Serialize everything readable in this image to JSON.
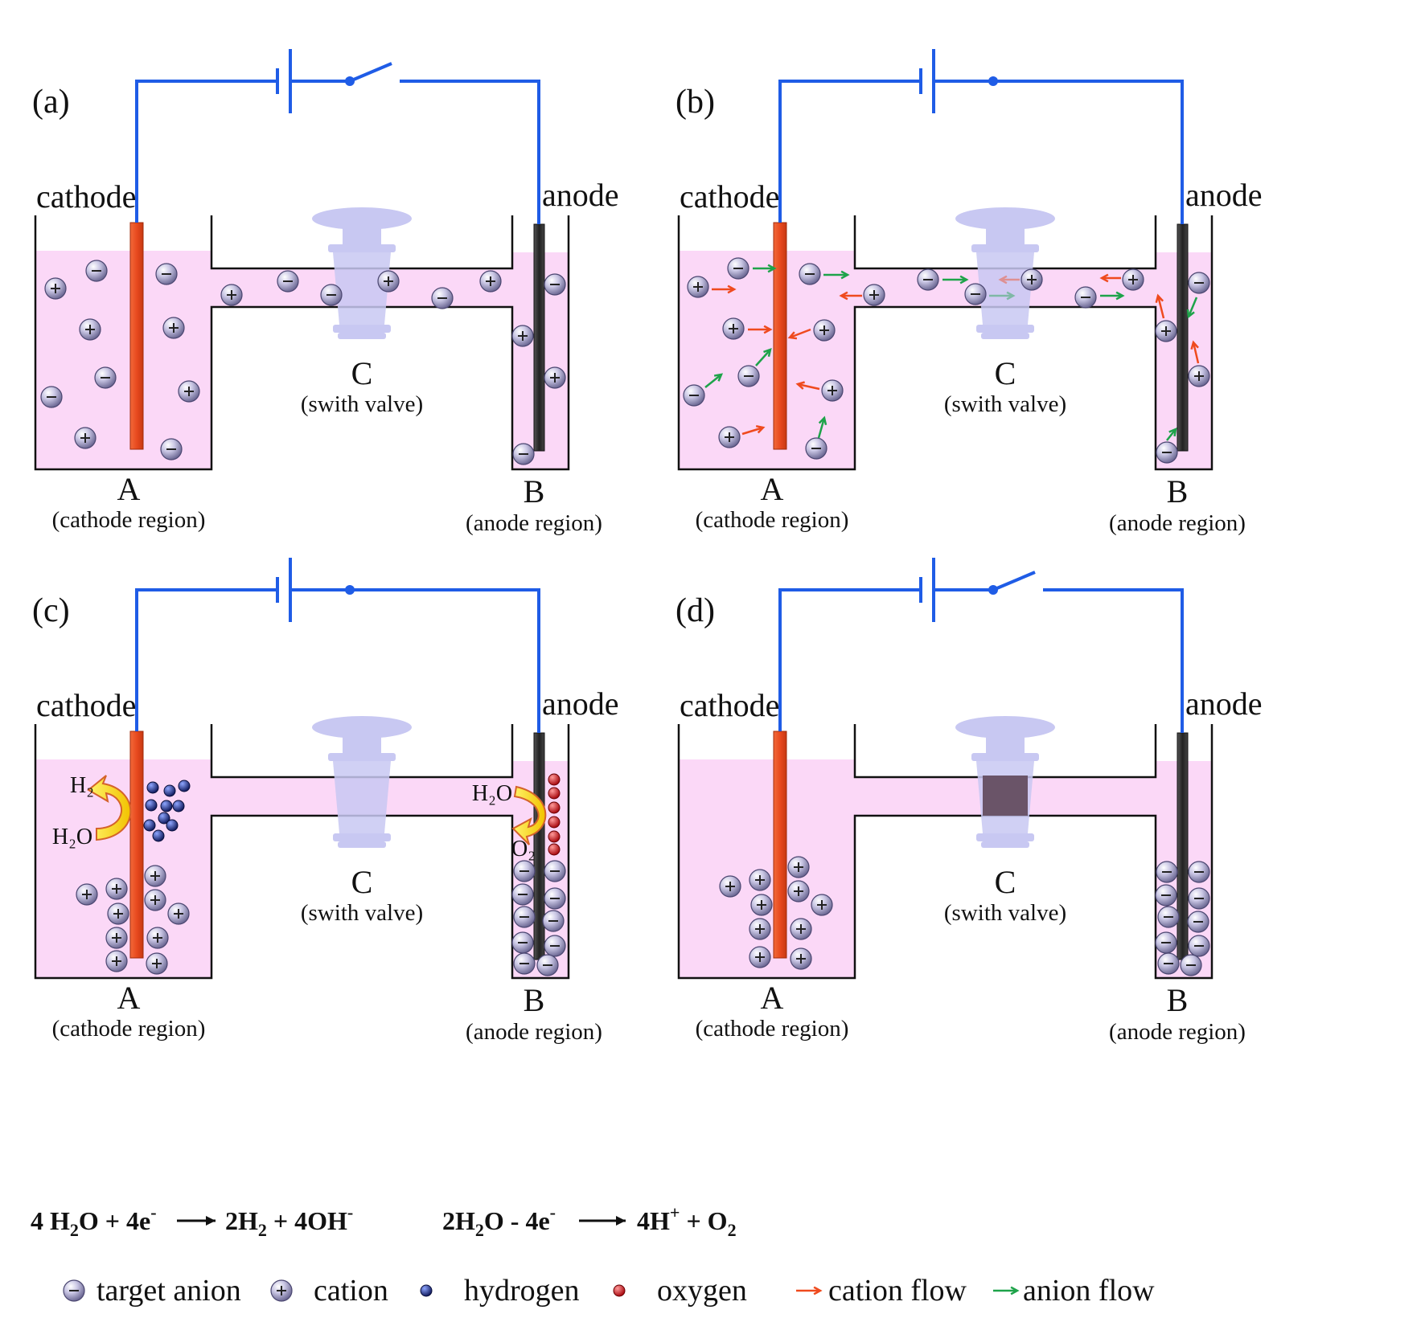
{
  "panels": [
    {
      "id": "a",
      "label": "(a)",
      "switch": "open",
      "state": "initial"
    },
    {
      "id": "b",
      "label": "(b)",
      "switch": "closed",
      "state": "migration"
    },
    {
      "id": "c",
      "label": "(c)",
      "switch": "closed",
      "state": "electrolysis"
    },
    {
      "id": "d",
      "label": "(d)",
      "switch": "open",
      "state": "separated"
    }
  ],
  "labels": {
    "cathode": "cathode",
    "anode": "anode",
    "region_a": "A",
    "region_a_desc": "(cathode region)",
    "region_b": "B",
    "region_b_desc": "(anode region)",
    "valve": "C",
    "valve_desc": "(swith valve)"
  },
  "reactions": {
    "h2_label": "H₂",
    "h2o_label": "H₂O",
    "o2_label": "O₂",
    "cathode_eq": {
      "p1": "4 H",
      "s1": "2",
      "p2": "O + 4e",
      "sup1": "-",
      "p3": "2H",
      "s2": "2",
      "p4": " + 4OH",
      "sup2": "-"
    },
    "anode_eq": {
      "p1": "2H",
      "s1": "2",
      "p2": "O - 4e",
      "sup1": "-",
      "p3": "4H",
      "sup2": "+",
      "p4": " + O",
      "s2": "2"
    }
  },
  "legend": {
    "anion": "target anion",
    "cation": "cation",
    "hydrogen": "hydrogen",
    "oxygen": "oxygen",
    "cation_flow": "cation flow",
    "anion_flow": "anion flow"
  },
  "colors": {
    "wire": "#1f5ce6",
    "solution": "#fbd8f7",
    "cathode_electrode": "#e8542a",
    "anode_electrode": "#333333",
    "valve": "#c8c8f2",
    "valve_closed": "#6a5468",
    "cation_arrow": "#ef4a1e",
    "anion_arrow": "#1ea34a",
    "hydrogen": "#1e2a7a",
    "oxygen": "#c8161e"
  }
}
